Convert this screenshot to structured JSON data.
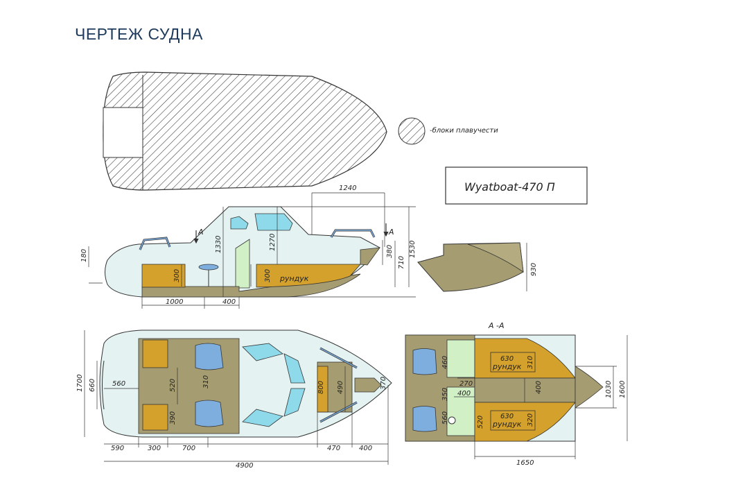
{
  "title": "ЧЕРТЕЖ СУДНА",
  "legend": {
    "label": "-блоки плавучести"
  },
  "model_name": "Wyatboat-470  П",
  "section_label": "А -А",
  "markers": {
    "a_left": "А",
    "a_right": "А"
  },
  "side_view": {
    "dims": {
      "d180": "180",
      "d1330": "1330",
      "d1270": "1270",
      "d1240": "1240",
      "d380": "380",
      "d710": "710",
      "d1530": "1530",
      "d300a": "300",
      "d300b": "300",
      "d1000": "1000",
      "d400": "400"
    },
    "label_rundyk": "рундук"
  },
  "transom_view": {
    "dims": {
      "d930": "930"
    }
  },
  "top_view": {
    "dims": {
      "d1700": "1700",
      "d660": "660",
      "d560": "560",
      "d520": "520",
      "d310": "310",
      "d390": "390",
      "d800": "800",
      "d490": "490",
      "d370": "370",
      "d590": "590",
      "d300": "300",
      "d700": "700",
      "d470": "470",
      "d400": "400",
      "d4900": "4900"
    }
  },
  "section_view": {
    "dims": {
      "d460": "460",
      "d350": "350",
      "d270": "270",
      "d400a": "400",
      "d560": "560",
      "d520": "520",
      "d630a": "630",
      "d310": "310",
      "d400b": "400",
      "d630b": "630",
      "d320": "320",
      "d1030": "1030",
      "d1600": "1600",
      "d1650": "1650"
    },
    "label_rundyk_1": "рундук",
    "label_rundyk_2": "рундук"
  },
  "colors": {
    "hull": "#e4f2f1",
    "floor": "#a59c72",
    "storage": "#d4a12c",
    "seat": "#7eaede",
    "window": "#8fdaea",
    "console": "#d2f0c6",
    "title": "#1d3a5c"
  }
}
